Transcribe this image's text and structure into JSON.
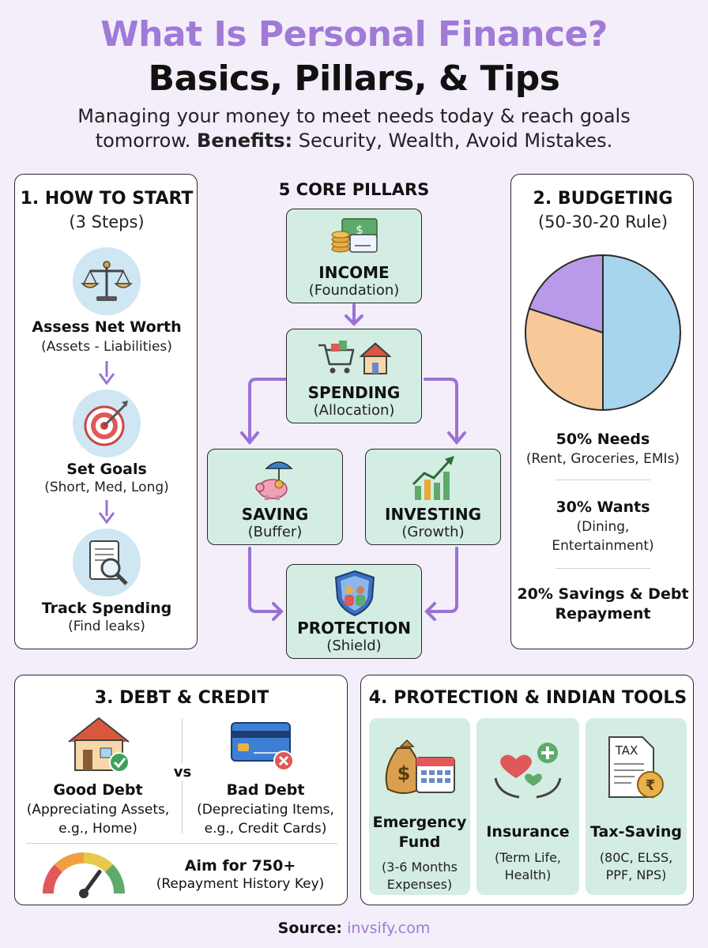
{
  "header": {
    "title_line1": "What Is Personal Finance?",
    "title_line2": "Basics, Pillars, & Tips",
    "subtitle_part1": "Managing your money to meet needs today & reach goals tomorrow. ",
    "subtitle_bold": "Benefits:",
    "subtitle_part2": " Security, Wealth, Avoid Mistakes."
  },
  "how_to_start": {
    "title": "1. HOW TO START",
    "subtitle": "(3 Steps)",
    "steps": [
      {
        "name": "Assess Net Worth",
        "desc": "(Assets - Liabilities)",
        "icon": "scale-icon"
      },
      {
        "name": "Set Goals",
        "desc": "(Short, Med, Long)",
        "icon": "target-icon"
      },
      {
        "name": "Track Spending",
        "desc": "(Find leaks)",
        "icon": "document-search-icon"
      }
    ]
  },
  "pillars": {
    "title": "5 CORE PILLARS",
    "income": {
      "name": "INCOME",
      "desc": "(Foundation)",
      "icon": "cash-coins-icon"
    },
    "spending": {
      "name": "SPENDING",
      "desc": "(Allocation)",
      "icon": "cart-house-icon"
    },
    "saving": {
      "name": "SAVING",
      "desc": "(Buffer)",
      "icon": "piggy-bank-umbrella-icon"
    },
    "investing": {
      "name": "INVESTING",
      "desc": "(Growth)",
      "icon": "growth-chart-icon"
    },
    "protection": {
      "name": "PROTECTION",
      "desc": "(Shield)",
      "icon": "family-shield-icon"
    }
  },
  "budgeting": {
    "title": "2. BUDGETING",
    "subtitle": "(50-30-20 Rule)",
    "items": [
      {
        "head": "50% Needs",
        "desc": "(Rent, Groceries, EMIs)"
      },
      {
        "head": "30% Wants",
        "desc_line1": "(Dining,",
        "desc_line2": "Entertainment)"
      },
      {
        "head_line1": "20% Savings & Debt",
        "head_line2": "Repayment"
      }
    ],
    "chart_data": {
      "type": "pie",
      "values": [
        50,
        30,
        20
      ],
      "colors": [
        "#a8d5ee",
        "#f8c898",
        "#b99ae8"
      ]
    }
  },
  "debt": {
    "title": "3. DEBT & CREDIT",
    "vs": "vs",
    "good": {
      "name": "Good Debt",
      "desc_line1": "(Appreciating Assets,",
      "desc_line2": "e.g., Home)",
      "icon": "house-check-icon"
    },
    "bad": {
      "name": "Bad Debt",
      "desc_line1": "(Depreciating Items,",
      "desc_line2": "e.g., Credit Cards)",
      "icon": "credit-card-x-icon"
    },
    "score": {
      "name": "Aim for 750+",
      "desc": "(Repayment History Key)",
      "icon": "gauge-icon",
      "level": 0.7
    }
  },
  "protection_tools": {
    "title": "4. PROTECTION & INDIAN TOOLS",
    "tools": [
      {
        "name_line1": "Emergency",
        "name_line2": "Fund",
        "desc_line1": "(3-6 Months",
        "desc_line2": "Expenses)",
        "icon": "moneybag-calendar-icon"
      },
      {
        "name_line1": "Insurance",
        "desc_line1": "(Term Life,",
        "desc_line2": "Health)",
        "icon": "hands-heart-icon"
      },
      {
        "name_line1": "Tax-Saving",
        "desc_line1": "(80C, ELSS,",
        "desc_line2": "PPF, NPS)",
        "icon": "tax-document-icon",
        "doc_label": "TAX"
      }
    ]
  },
  "footer": {
    "label": "Source:",
    "url": "invsify.com"
  },
  "colors": {
    "accent": "#a07ad6",
    "mint": "#d3ede2",
    "arrow": "#9b72d4",
    "background": "#f3eefa"
  }
}
